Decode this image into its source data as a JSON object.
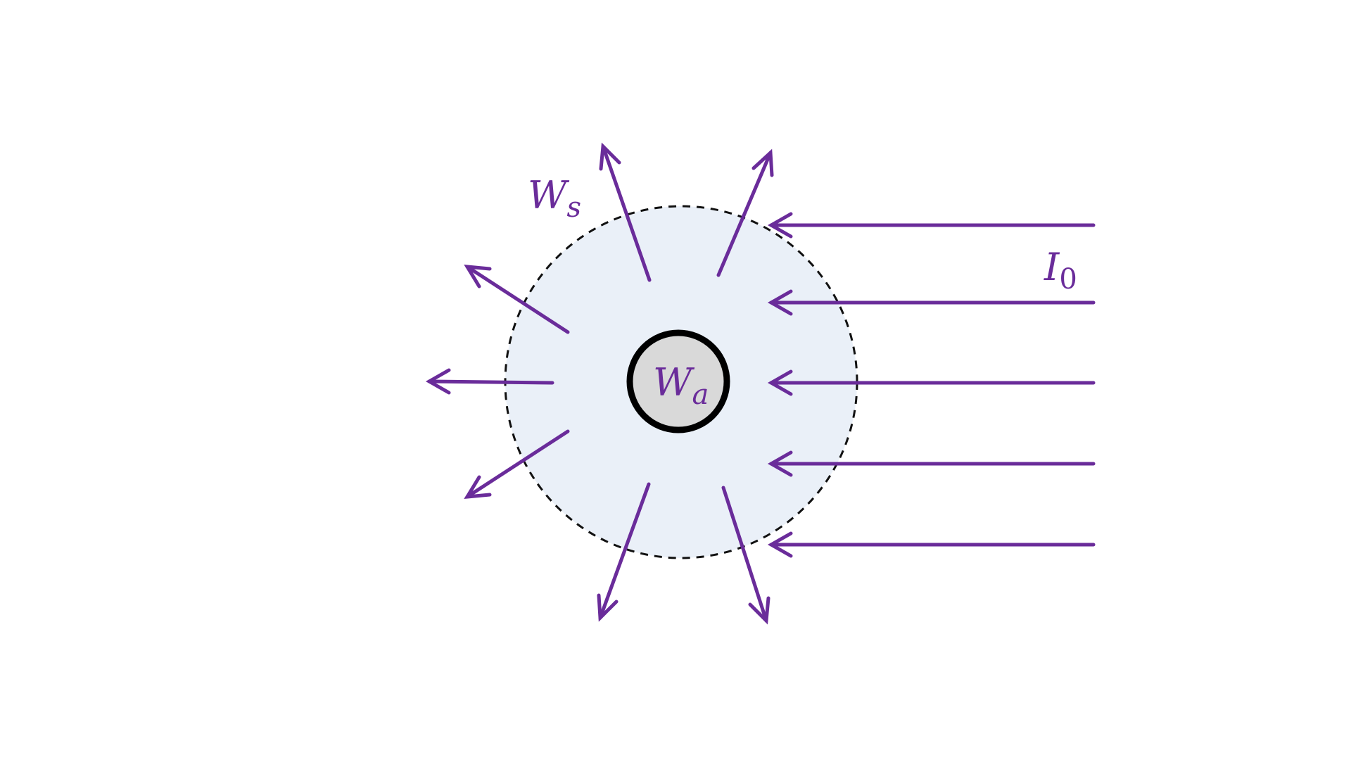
{
  "labels": {
    "scattered_power": {
      "main": "W",
      "sub": "s"
    },
    "absorbed_power": {
      "main": "W",
      "sub": "a"
    },
    "incident_intensity": {
      "main": "I",
      "sub": "0"
    }
  },
  "colors": {
    "arrow": "#6a2c9a",
    "label": "#6a2c9a",
    "scattering_region_fill": "#eaf0f8",
    "scattering_region_outline": "#111111",
    "particle_fill": "#d9d9d9",
    "particle_outline": "#000000",
    "background": "#ffffff"
  },
  "icons": {
    "incident_rays": "left-arrow-icon",
    "scattered_rays": "outward-arrow-icon"
  }
}
